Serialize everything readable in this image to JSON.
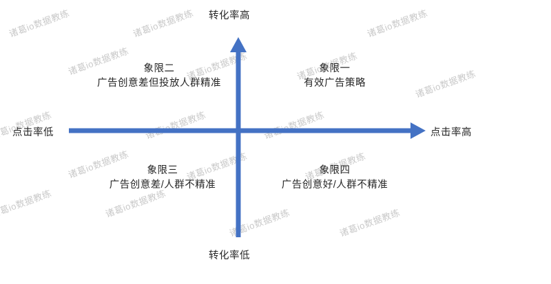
{
  "diagram": {
    "type": "quadrant-matrix",
    "background_color": "#ffffff",
    "axis_color": "#4472C4",
    "text_color": "#262626",
    "watermark_color": "#c9c9c9",
    "axes": {
      "x_left_label": "点击率低",
      "x_right_label": "点击率高",
      "y_top_label": "转化率高",
      "y_bottom_label": "转化率低"
    },
    "quadrants": [
      {
        "id": "quadrant-1",
        "position": "top-right",
        "title": "象限一",
        "description": "有效广告策略"
      },
      {
        "id": "quadrant-2",
        "position": "top-left",
        "title": "象限二",
        "description": "广告创意差但投放人群精准"
      },
      {
        "id": "quadrant-3",
        "position": "bottom-left",
        "title": "象限三",
        "description": "广告创意差/人群不精准"
      },
      {
        "id": "quadrant-4",
        "position": "bottom-right",
        "title": "象限四",
        "description": "广告创意好/人群不精准"
      }
    ],
    "watermark": {
      "text": "诸葛io数据教练",
      "rotation_deg": -20
    }
  }
}
